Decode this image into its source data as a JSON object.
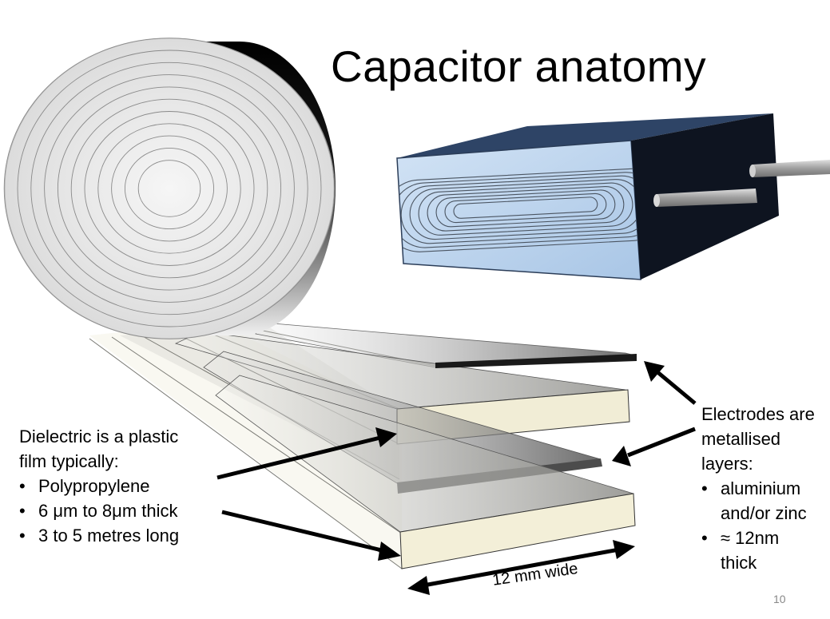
{
  "title": "Capacitor anatomy",
  "dielectric_note": {
    "heading_lines": [
      "Dielectric is a plastic",
      "film typically:"
    ],
    "bullets": [
      "Polypropylene",
      "6 μm to 8μm thick",
      "3 to 5 metres long"
    ]
  },
  "electrode_note": {
    "heading_lines": [
      "Electrodes are",
      "metallised",
      "layers:"
    ],
    "bullets": [
      {
        "lines": [
          "aluminium",
          "and/or zinc"
        ]
      },
      {
        "lines": [
          "≈ 12nm",
          "thick"
        ]
      }
    ]
  },
  "width_label": "12 mm wide",
  "page_number": "10",
  "icons": {
    "bullet": "bullet-dot-icon",
    "arrow": "arrow-pointer"
  },
  "colors": {
    "capacitor_box_front": "#bcd5ef",
    "capacitor_box_side": "#0e1420",
    "dielectric_film": "#f3efd8",
    "electrode_film": "#6e6e6e"
  }
}
